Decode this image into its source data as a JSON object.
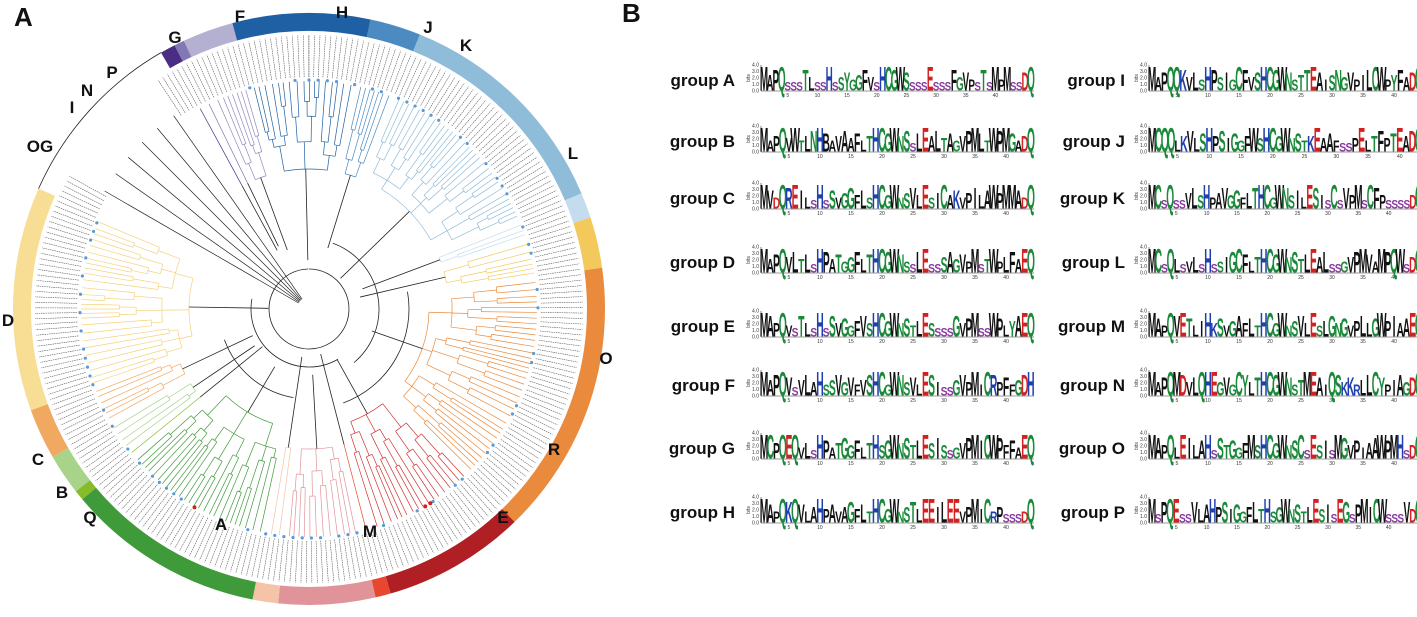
{
  "panels": {
    "a": "A",
    "b": "B"
  },
  "clades": [
    {
      "id": "OG",
      "color": "#ffffff",
      "ring": false
    },
    {
      "id": "I",
      "color": "#4b2e83",
      "ring": true
    },
    {
      "id": "N",
      "color": "#8378b5",
      "ring": true
    },
    {
      "id": "P",
      "color": "#b3b0d2",
      "ring": true
    },
    {
      "id": "G",
      "color": "#1f5fa3",
      "ring": true
    },
    {
      "id": "F",
      "color": "#4b8bc1",
      "ring": true
    },
    {
      "id": "H",
      "color": "#8fbcd9",
      "ring": true
    },
    {
      "id": "J",
      "color": "#c4dcee",
      "ring": true
    },
    {
      "id": "K",
      "color": "#f3c95c",
      "ring": true
    },
    {
      "id": "L",
      "color": "#e98a3c",
      "ring": true
    },
    {
      "id": "O",
      "color": "#b01f24",
      "ring": true
    },
    {
      "id": "R",
      "color": "#e8472f",
      "ring": true
    },
    {
      "id": "E",
      "color": "#e1939a",
      "ring": true
    },
    {
      "id": "M",
      "color": "#f4c3a8",
      "ring": true
    },
    {
      "id": "A",
      "color": "#3f9a3a",
      "ring": true
    },
    {
      "id": "Q",
      "color": "#86bb2a",
      "ring": true
    },
    {
      "id": "B",
      "color": "#a7d38a",
      "ring": true
    },
    {
      "id": "C",
      "color": "#f1a860",
      "ring": true
    },
    {
      "id": "D",
      "color": "#f8dd94",
      "ring": true
    }
  ],
  "logo_axis": {
    "ylabel": "bits",
    "yticks": [
      "4.0",
      "3.0",
      "2.0",
      "1.0",
      "0.0"
    ],
    "xticks": [
      "5",
      "10",
      "15",
      "20",
      "25",
      "30",
      "35",
      "40"
    ]
  },
  "groups": [
    {
      "label": "group A",
      "seq": "MAPQxxxTLxxHxSYGGFVxHCGWSxxxExxxFGVPxTxMPMxxDQ"
    },
    {
      "label": "group B",
      "seq": "MAPQVWTLNHBAVAAFLTHCGWNSxLEALTAGVPMLTWPMGADQ"
    },
    {
      "label": "group C",
      "seq": "MVDQREILxHxSVGGFLSHCGWNSVLESICAKVPILAWPMMADQ"
    },
    {
      "label": "group D",
      "seq": "MAPQVLTLxHPATGGFLTHCGWNSxLExxSAGVPMxTWPLFAEQ"
    },
    {
      "label": "group E",
      "seq": "MAPQVxTLxHxSVGGFVSHCGWNSTLESxxxGVPMxxWPLYAEQ"
    },
    {
      "label": "group F",
      "seq": "MAPQVxVLAHSSVGVFVSHCGWNSVLESIxxGVPMICRPFFGDH"
    },
    {
      "label": "group G",
      "seq": "MCPQEQVLxHPATGGFLTHSGWNSTLESISxGVPMICWPFFAEQ"
    },
    {
      "label": "group H",
      "seq": "MAPQKQVLAHPAVAGFLTHCGWNSTLEEILEEVPMICRPxxxDQ"
    },
    {
      "label": "group I",
      "seq": "MAPQQKVLSHPSIGCFVSHCGWNSTTEAISNGVPILCWPYFADQ"
    },
    {
      "label": "group J",
      "seq": "MCQQLKVLSHPSIGGFWSHCGWNSTKEAAFxxPELTFPTEADQ"
    },
    {
      "label": "group K",
      "seq": "MCxQxxVLSHPAVGGFLTHCGWNSILESIxCxVPMxCFPxxxxDQ"
    },
    {
      "label": "group L",
      "seq": "MCxQLxVLxHxSIGCFLTHCGWNSTLEALxxGVPMVAMPQWxDQ"
    },
    {
      "label": "group M",
      "seq": "MAPQVETLIHKSVGAFLTHCGWNSVLESLGNGVPLLGWPIAAEQ"
    },
    {
      "label": "group N",
      "seq": "MAPQMDVLQHEGVGCYLTHCGWNSTMEAIQSKKRLLCYPIAGDQ"
    },
    {
      "label": "group O",
      "seq": "MAPQLEILAHxSTGGFMSHCGWNSCxESIxMGVPIAAWPMHxDQ"
    },
    {
      "label": "group P",
      "seq": "MxPQExxVLAHPSIGGFLTHSGWNSTLESIxEGxPMICWxxxVDQ"
    }
  ]
}
